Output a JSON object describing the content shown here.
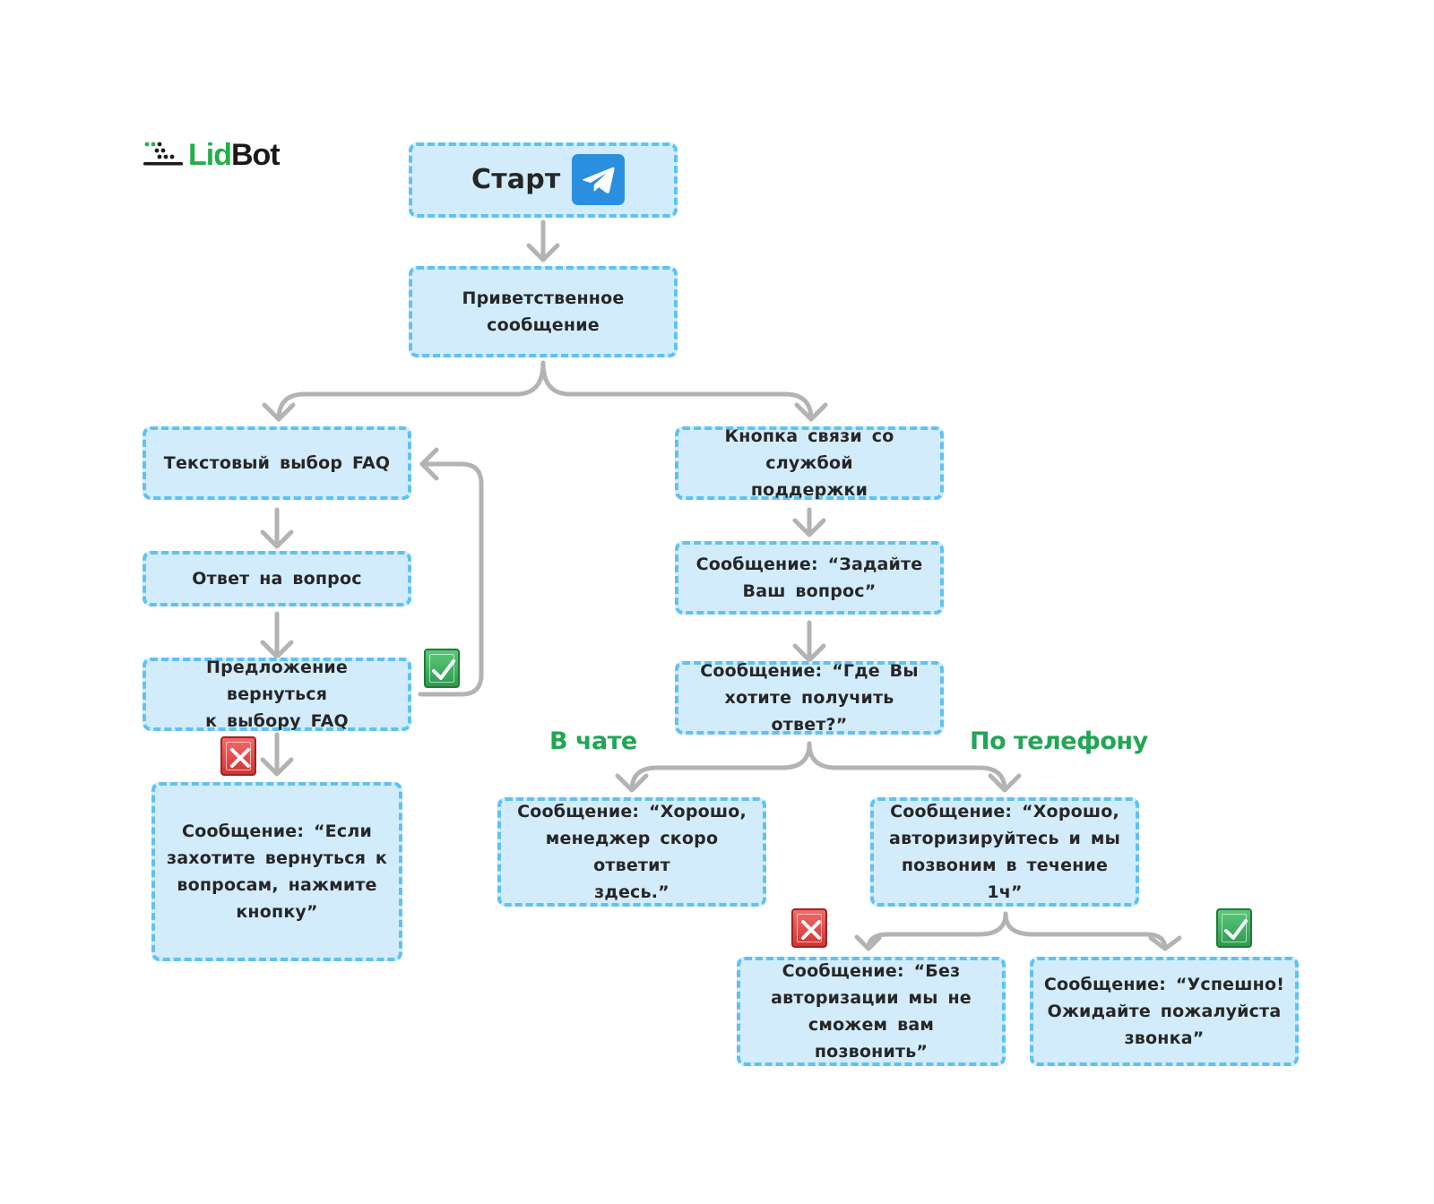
{
  "logo": {
    "part1": "Lid",
    "part2": "Bot"
  },
  "nodes": {
    "start": "Старт",
    "greeting": [
      "Приветственное",
      "сообщение"
    ],
    "faq_choice": [
      "Текстовый выбор FAQ"
    ],
    "answer": [
      "Ответ на вопрос"
    ],
    "return_offer": [
      "Предложение вернуться",
      "к выбору FAQ"
    ],
    "return_msg": [
      "Сообщение: “Если",
      "захотите вернуться к",
      "вопросам, нажмите",
      "кнопку”"
    ],
    "support_button": [
      "Кнопка связи со службой",
      "поддержки"
    ],
    "ask_question": [
      "Сообщение: “Задайте",
      "Ваш вопрос”"
    ],
    "where_answer": [
      "Сообщение: “Где Вы",
      "хотите получить ответ?”"
    ],
    "chat_reply": [
      "Сообщение: “Хорошо,",
      "менеджер скоро ответит",
      "здесь.”"
    ],
    "phone_reply": [
      "Сообщение: “Хорошо,",
      "авторизируйтесь и мы",
      "позвоним в течение 1ч”"
    ],
    "no_auth": [
      "Сообщение: “Без",
      "авторизации мы не",
      "сможем вам позвонить”"
    ],
    "success": [
      "Сообщение: “Успешно!",
      "Ожидайте пожалуйста",
      "звонка”"
    ]
  },
  "branches": {
    "chat": "В чате",
    "phone": "По телефону"
  },
  "colors": {
    "node_fill": "#d3ecfc",
    "node_border": "#5ec2f3",
    "connector": "#b3b3b3",
    "branch_label": "#21a655",
    "telegram": "#2a8fdf",
    "check_mark": "#2f9a4e",
    "cross_mark": "#d03535"
  },
  "icons": [
    "telegram-icon",
    "check-mark-icon",
    "cross-mark-icon"
  ]
}
